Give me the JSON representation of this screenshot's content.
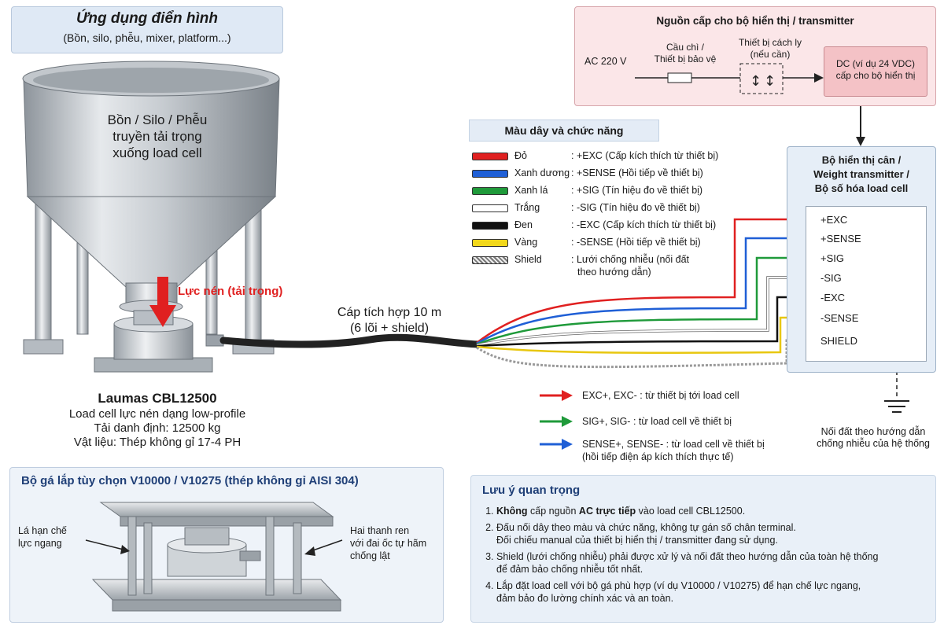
{
  "application": {
    "title": "Ứng dụng điển hình",
    "subtitle": "(Bồn, silo, phễu, mixer, platform...)",
    "tank_text": [
      "Bồn / Silo / Phễu",
      "truyền tải trọng",
      "xuống load cell"
    ],
    "force_label": "Lực nén (tải trọng)"
  },
  "loadcell": {
    "model": "Laumas CBL12500",
    "lines": [
      "Load cell lực nén dạng low-profile",
      "Tải danh định: 12500 kg",
      "Vật liệu: Thép không gỉ 17-4 PH"
    ]
  },
  "cable": {
    "label_line1": "Cáp tích hợp 10 m",
    "label_line2": "(6 lõi + shield)"
  },
  "power": {
    "title": "Nguồn cấp cho bộ hiển thị / transmitter",
    "ac": "AC 220 V",
    "fuse_line1": "Cầu chì /",
    "fuse_line2": "Thiết bị bảo vệ",
    "iso_line1": "Thiết bị cách ly",
    "iso_line2": "(nếu cần)",
    "dc_line1": "DC (ví dụ 24 VDC)",
    "dc_line2": "cấp cho bộ hiển thị"
  },
  "legend": {
    "title": "Màu dây và chức năng",
    "rows": [
      {
        "color_name": "Đỏ",
        "desc": ": +EXC (Cấp kích thích từ thiết bị)",
        "color": "#e02020"
      },
      {
        "color_name": "Xanh dương",
        "desc": ": +SENSE (Hồi tiếp về thiết bị)",
        "color": "#1f5fd6"
      },
      {
        "color_name": "Xanh lá",
        "desc": ": +SIG (Tín hiệu đo về thiết bị)",
        "color": "#1f9a3a"
      },
      {
        "color_name": "Trắng",
        "desc": ": -SIG (Tín hiệu đo về thiết bị)",
        "color": "#ffffff"
      },
      {
        "color_name": "Đen",
        "desc": ": -EXC (Cấp kích thích từ thiết bị)",
        "color": "#111111"
      },
      {
        "color_name": "Vàng",
        "desc": ": -SENSE (Hồi tiếp về thiết bị)",
        "color": "#f2d81b"
      },
      {
        "color_name": "Shield",
        "desc": ": Lưới chống nhiễu (nối đất",
        "desc2": "theo hướng dẫn)",
        "color": "#bdbdbd"
      }
    ]
  },
  "transmitter": {
    "title_line1": "Bộ hiển thị cân /",
    "title_line2": "Weight transmitter /",
    "title_line3": "Bộ số hóa load cell",
    "terminals": [
      "+EXC",
      "+SENSE",
      "+SIG",
      "-SIG",
      "-EXC",
      "-SENSE",
      "SHIELD"
    ]
  },
  "directions": {
    "exc": "EXC+, EXC- : từ thiết bị tới load cell",
    "sig": "SIG+, SIG- : từ load cell về thiết bị",
    "sense_line1": "SENSE+, SENSE- : từ load cell về thiết bị",
    "sense_line2": "(hồi tiếp điện áp kích thích thực tế)"
  },
  "ground": {
    "line1": "Nối đất theo hướng dẫn",
    "line2": "chống nhiễu của hệ thống"
  },
  "mount": {
    "title": "Bộ gá lắp tùy chọn V10000 / V10275 (thép không gỉ AISI 304)",
    "left_line1": "Lá hạn chế",
    "left_line2": "lực ngang",
    "right_line1": "Hai thanh ren",
    "right_line2": "với đai ốc tự hãm",
    "right_line3": "chống lật"
  },
  "notes": {
    "title": "Lưu ý quan trọng",
    "n1_bold": "Không",
    "n1_mid": " cấp nguồn ",
    "n1_bold2": "AC trực tiếp",
    "n1_end": " vào load cell CBL12500.",
    "n2_line1": "Đấu nối dây theo màu và chức năng, không tự gán số chân terminal.",
    "n2_line2": "Đối chiếu manual của thiết bị hiển thị / transmitter đang sử dụng.",
    "n3_line1": "Shield (lưới chống nhiễu) phải được xử lý và nối đất theo hướng dẫn của toàn hệ thống",
    "n3_line2": "để đảm bảo chống nhiễu tốt nhất.",
    "n4_line1": "Lắp đặt load cell với bộ gá phù hợp (ví dụ V10000 / V10275) để hạn chế lực ngang,",
    "n4_line2": "đảm bảo đo lường chính xác và an toàn."
  }
}
